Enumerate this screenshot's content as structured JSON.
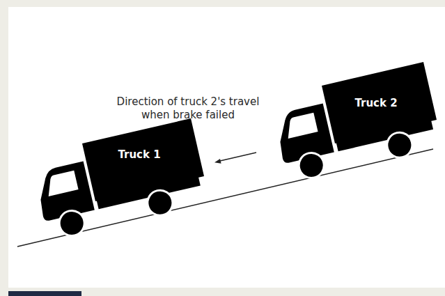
{
  "diagram": {
    "nodes": [
      {
        "text": [
          "Truck 1"
        ]
      },
      {
        "text": [
          "Truck 2"
        ]
      }
    ],
    "labels": [
      "Direction of truck 2's travel when brake failed"
    ]
  }
}
